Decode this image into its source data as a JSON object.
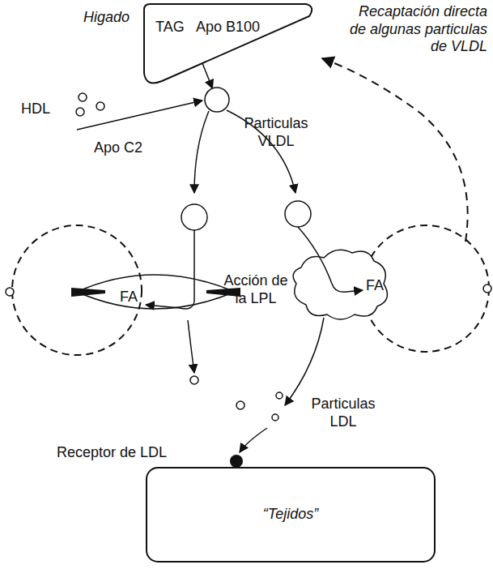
{
  "diagram": {
    "nodes": [
      {
        "text": [
          "Higado",
          "TAG",
          "Apo B100"
        ]
      },
      {
        "text": [
          "Particulas VLDL"
        ]
      },
      {
        "text": [
          "“Tejidos”"
        ]
      }
    ],
    "edges": [
      {
        "from": 0,
        "to": 1,
        "arrow": "to"
      }
    ],
    "labels": [
      "Recaptación directa de algunas particulas de VLDL",
      "HDL",
      "Apo C2",
      "Acción de la LPL",
      "FA",
      "FA",
      "Particulas LDL",
      "Receptor de LDL"
    ]
  }
}
